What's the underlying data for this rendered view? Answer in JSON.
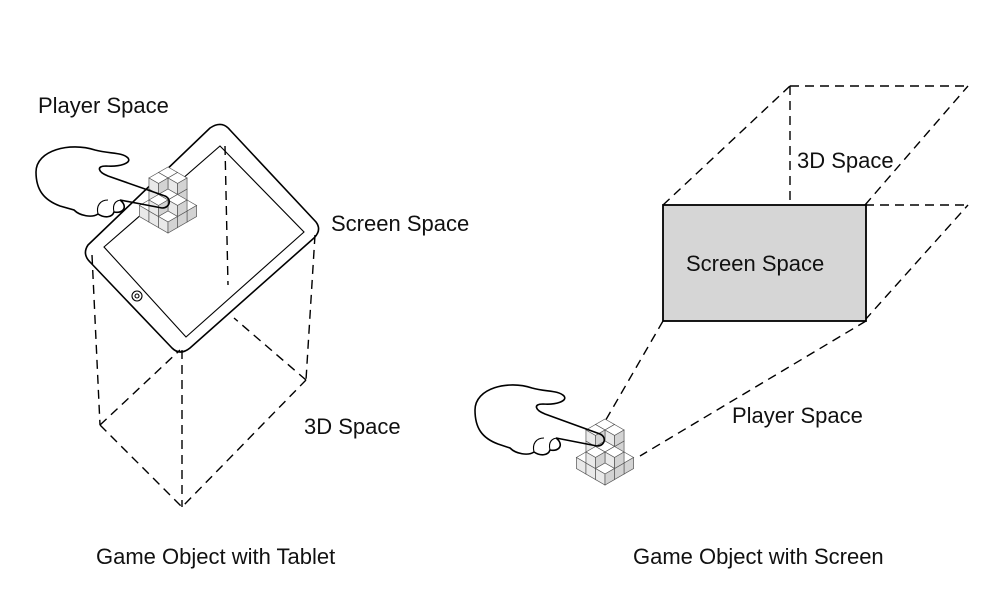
{
  "left_panel": {
    "labels": {
      "player_space": "Player Space",
      "screen_space": "Screen Space",
      "three_d_space": "3D Space"
    },
    "caption": "Game Object with Tablet"
  },
  "right_panel": {
    "labels": {
      "three_d_space": "3D Space",
      "screen_space": "Screen Space",
      "player_space": "Player Space"
    },
    "caption": "Game Object with Screen"
  },
  "colors": {
    "screen_fill": "#d6d6d6",
    "tablet_screen_fill": "#f4f4f4",
    "cube_top": "#ffffff",
    "cube_left": "#e9e9e9",
    "cube_right": "#d3d3d3"
  }
}
